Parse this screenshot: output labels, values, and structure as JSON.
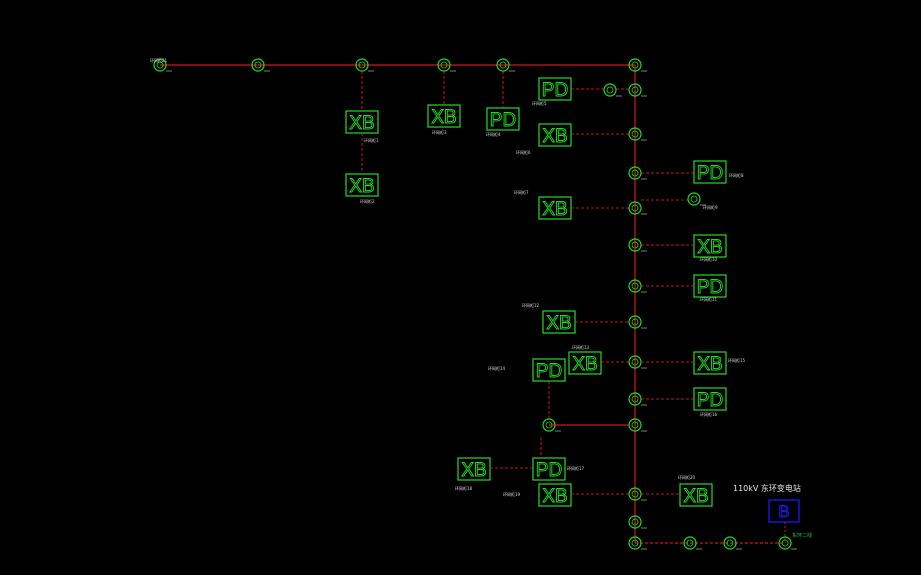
{
  "colors": {
    "background": "#000000",
    "line": "#ff2020",
    "node": "#22dd22",
    "box": "#22dd22",
    "substation": "#1a1aff",
    "label": "#dddddd"
  },
  "substation": {
    "label": "110kV 东环变电站",
    "box_text": "B",
    "sub_label": "东环二线"
  },
  "box_types": {
    "XB": "XB",
    "PD": "PD"
  },
  "labels": {
    "b1": "环网柜1",
    "b2": "环网柜2",
    "b3": "环网柜3",
    "b4": "环网柜4",
    "b5": "环网柜5",
    "b6": "环网柜6",
    "b7": "环网柜7",
    "b8": "环网柜8",
    "b9": "环网柜9",
    "b10": "环网柜10",
    "b11": "环网柜11",
    "b12": "环网柜12",
    "b13": "环网柜13",
    "b14": "环网柜14",
    "b15": "环网柜15",
    "b16": "环网柜16",
    "b17": "环网柜17",
    "b18": "环网柜18",
    "b19": "环网柜19",
    "b20": "环网柜20",
    "b21": "环网柜21"
  }
}
